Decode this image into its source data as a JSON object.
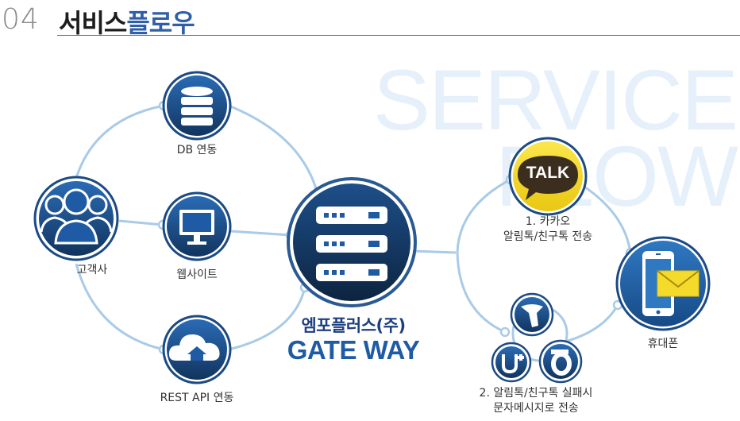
{
  "header": {
    "number": "04",
    "title_dark": "서비스",
    "title_blue": "플로우"
  },
  "watermark": {
    "line1": "SERVICE",
    "line2": "FLOW"
  },
  "nodes": {
    "db": {
      "label": "DB 연동",
      "icon": "database-icon"
    },
    "web": {
      "label": "웹사이트",
      "icon": "monitor-icon"
    },
    "rest": {
      "label": "REST API 연동",
      "icon": "cloud-home-icon"
    },
    "customer": {
      "label": "고객사",
      "icon": "users-icon"
    },
    "gateway": {
      "name": "엠포플러스(주)",
      "subtitle": "GATE WAY",
      "icon": "server-icon"
    },
    "kakao": {
      "line1": "1. 카카오",
      "line2": "알림톡/친구톡 전송",
      "badge": "TALK",
      "icon": "kakaotalk-icon"
    },
    "carriers": {
      "line1": "2. 알림톡/친구톡 실패시",
      "line2": "문자메시지로 전송",
      "icons": [
        "skt-icon",
        "lgu-icon",
        "olleh-icon"
      ]
    },
    "phone": {
      "label": "휴대폰",
      "icon": "smartphone-mail-icon"
    }
  },
  "colors": {
    "line": "#a9cbe7",
    "node_dark": "#14345d",
    "node_mid": "#1f5ba4",
    "accent_blue": "#2f5fa6",
    "kakao_yellow": "#f4da2a",
    "watermark": "#e6f0fb"
  }
}
